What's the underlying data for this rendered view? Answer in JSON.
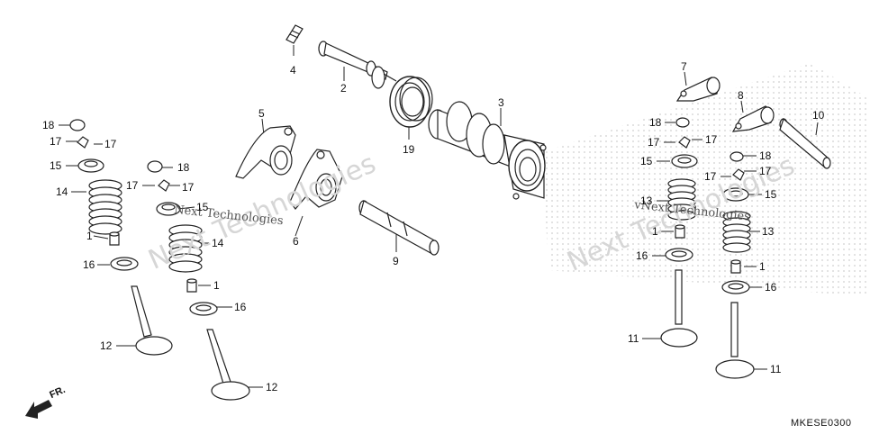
{
  "diagram": {
    "callouts": [
      {
        "id": "c4",
        "text": "4"
      },
      {
        "id": "c2",
        "text": "2"
      },
      {
        "id": "c19",
        "text": "19"
      },
      {
        "id": "c3",
        "text": "3"
      },
      {
        "id": "c5",
        "text": "5"
      },
      {
        "id": "c6",
        "text": "6"
      },
      {
        "id": "c9",
        "text": "9"
      },
      {
        "id": "c7",
        "text": "7"
      },
      {
        "id": "c8",
        "text": "8"
      },
      {
        "id": "c10",
        "text": "10"
      },
      {
        "id": "l18",
        "text": "18"
      },
      {
        "id": "l17a",
        "text": "17"
      },
      {
        "id": "l17b",
        "text": "17"
      },
      {
        "id": "l15",
        "text": "15"
      },
      {
        "id": "l14",
        "text": "14"
      },
      {
        "id": "l1",
        "text": "1"
      },
      {
        "id": "l16",
        "text": "16"
      },
      {
        "id": "l12",
        "text": "12"
      },
      {
        "id": "m18",
        "text": "18"
      },
      {
        "id": "m17a",
        "text": "17"
      },
      {
        "id": "m17b",
        "text": "17"
      },
      {
        "id": "m15",
        "text": "15"
      },
      {
        "id": "m14",
        "text": "14"
      },
      {
        "id": "m1",
        "text": "1"
      },
      {
        "id": "m16",
        "text": "16"
      },
      {
        "id": "m12",
        "text": "12"
      },
      {
        "id": "r18",
        "text": "18"
      },
      {
        "id": "r17a",
        "text": "17"
      },
      {
        "id": "r17b",
        "text": "17"
      },
      {
        "id": "r15",
        "text": "15"
      },
      {
        "id": "r13",
        "text": "13"
      },
      {
        "id": "r1",
        "text": "1"
      },
      {
        "id": "r16",
        "text": "16"
      },
      {
        "id": "r11",
        "text": "11"
      },
      {
        "id": "s18",
        "text": "18"
      },
      {
        "id": "s17a",
        "text": "17"
      },
      {
        "id": "s17b",
        "text": "17"
      },
      {
        "id": "s15",
        "text": "15"
      },
      {
        "id": "s13",
        "text": "13"
      },
      {
        "id": "s1",
        "text": "1"
      },
      {
        "id": "s16",
        "text": "16"
      },
      {
        "id": "s11",
        "text": "11"
      }
    ],
    "front_indicator": "FR.",
    "diagram_code": "MKESE0300",
    "watermarks": {
      "large": "Next Technologies",
      "small": "Next Technologies",
      "small_right": "vNext Technologies"
    }
  }
}
